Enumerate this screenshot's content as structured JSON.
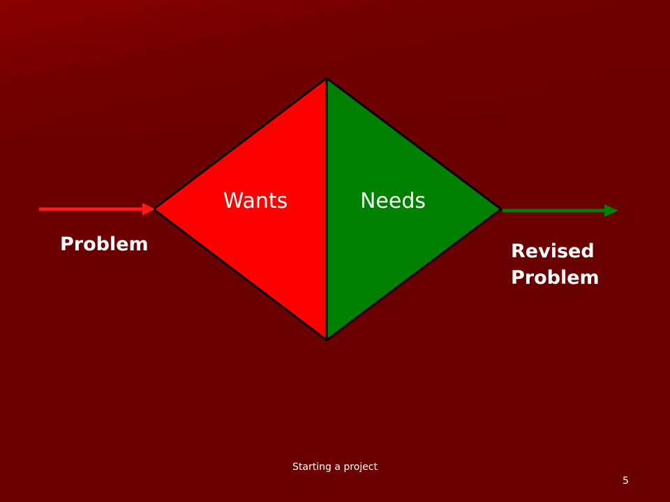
{
  "diagram": {
    "left_half_label": "Wants",
    "right_half_label": "Needs",
    "input_label": "Problem",
    "output_label": "Revised\nProblem"
  },
  "footer": {
    "title": "Starting a project",
    "page_number": "5"
  },
  "colors": {
    "background": "#6b0000",
    "background_light": "#8b0000",
    "wants_fill": "#ff0000",
    "needs_fill": "#008000",
    "input_arrow": "#ff1a1a",
    "output_arrow": "#008000",
    "outline": "#000000",
    "text": "#ffffff"
  }
}
